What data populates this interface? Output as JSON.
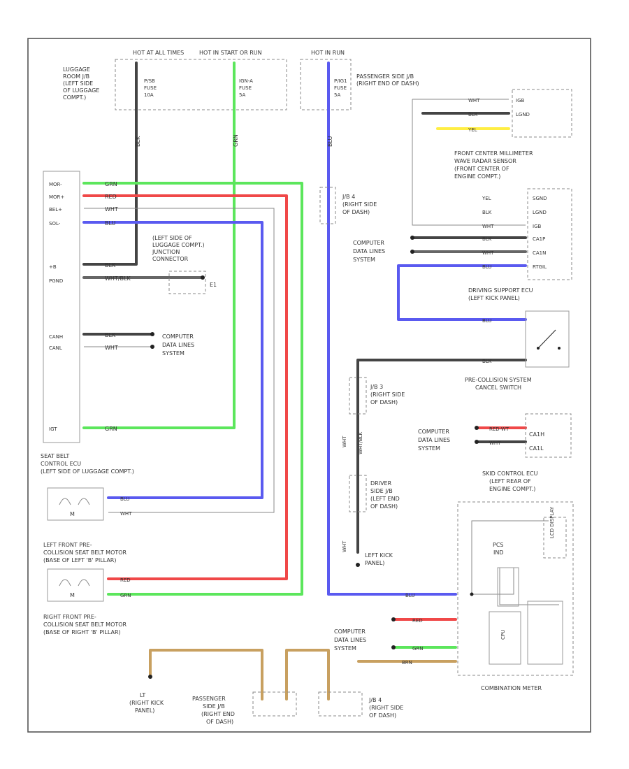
{
  "power": {
    "hot_at_all_times": "HOT AT ALL TIMES",
    "hot_in_start_run": "HOT IN START OR RUN",
    "hot_in_run": "HOT IN RUN",
    "luggage_jb": [
      "LUGGAGE",
      "ROOM J/B",
      "(LEFT SIDE",
      "OF LUGGAGE",
      "COMPT.)"
    ],
    "fuse1": [
      "P/SB",
      "FUSE",
      "10A"
    ],
    "fuse2": [
      "IGN-A",
      "FUSE",
      "5A"
    ],
    "fuse3": [
      "P/IG1",
      "FUSE",
      "5A"
    ],
    "passenger_jb_top": [
      "PASSENGER SIDE J/B",
      "(RIGHT END OF DASH)"
    ]
  },
  "seatbelt_ecu": {
    "pins": [
      "MOR-",
      "MOR+",
      "BEL+",
      "SOL-",
      "",
      "",
      "",
      "",
      "+B",
      "PGND",
      "",
      "",
      "CANH",
      "CANL",
      "",
      "",
      "",
      "",
      "",
      "IGT"
    ],
    "label": [
      "SEAT BELT",
      "CONTROL ECU",
      "(LEFT SIDE OF LUGGAGE COMPT.)"
    ]
  },
  "junction": {
    "label": [
      "(LEFT SIDE OF",
      "LUGGAGE COMPT.)",
      "JUNCTION",
      "CONNECTOR"
    ],
    "ground": "E1"
  },
  "computer_data": [
    "COMPUTER",
    "DATA LINES",
    "SYSTEM"
  ],
  "motors": {
    "left": [
      "LEFT FRONT PRE-",
      "COLLISION SEAT BELT MOTOR",
      "(BASE OF LEFT 'B' PILLAR)"
    ],
    "right": [
      "RIGHT FRONT PRE-",
      "COLLISION SEAT BELT MOTOR",
      "(BASE OF RIGHT 'B' PILLAR)"
    ],
    "motor_symbol": "M"
  },
  "radar": {
    "pins": [
      "IGB",
      "LGND",
      "",
      "SGND",
      "LGND",
      "IGB",
      "CA1P",
      "CA1N",
      "RTGIL"
    ],
    "label": [
      "FRONT CENTER MILLIMETER",
      "WAVE RADAR SENSOR",
      "(FRONT CENTER OF",
      "ENGINE COMPT.)"
    ]
  },
  "jb_mid": [
    "J/B 4",
    "(RIGHT SIDE",
    "OF DASH)"
  ],
  "jb_lower": [
    "J/B 3",
    "(RIGHT SIDE",
    "OF DASH)"
  ],
  "driver_jb": [
    "DRIVER",
    "SIDE J/B",
    "(LEFT END",
    "OF DASH)"
  ],
  "left_kick": [
    "LEFT KICK",
    "PANEL)"
  ],
  "driving_support": [
    "DRIVING SUPPORT ECU",
    "(LEFT KICK PANEL)"
  ],
  "precollision_switch": [
    "PRE-COLLISION SYSTEM",
    "CANCEL SWITCH"
  ],
  "skid": {
    "pins": [
      "CA1H",
      "CA1L"
    ],
    "label": [
      "SKID CONTROL ECU",
      "(LEFT REAR OF",
      "ENGINE COMPT.)"
    ]
  },
  "meter": {
    "label": "COMBINATION METER",
    "pcs": [
      "PCS",
      "IND"
    ],
    "lcd": "LCD DISPLAY",
    "cpu": "CPU"
  },
  "bottom": {
    "ground": [
      "LT",
      "(RIGHT KICK",
      "PANEL)"
    ],
    "passenger_jb": [
      "PASSENGER",
      "SIDE J/B",
      "(RIGHT END",
      "OF DASH)"
    ],
    "jb4": [
      "J/B 4",
      "(RIGHT SIDE",
      "OF DASH)"
    ]
  },
  "wires": {
    "grn": "GRN",
    "red": "RED",
    "wht": "WHT",
    "blu": "BLU",
    "blk": "BLK",
    "yel": "YEL",
    "brn": "BRN",
    "wht_blk": "WHT/BLK",
    "red_wt": "RED-WT"
  },
  "colors": {
    "green": "#5ce65c",
    "red": "#f04848",
    "blue": "#5a5af0",
    "black": "#444444",
    "yellow": "#ffee44",
    "tan": "#c8a060",
    "grey": "#c8c8c8"
  }
}
